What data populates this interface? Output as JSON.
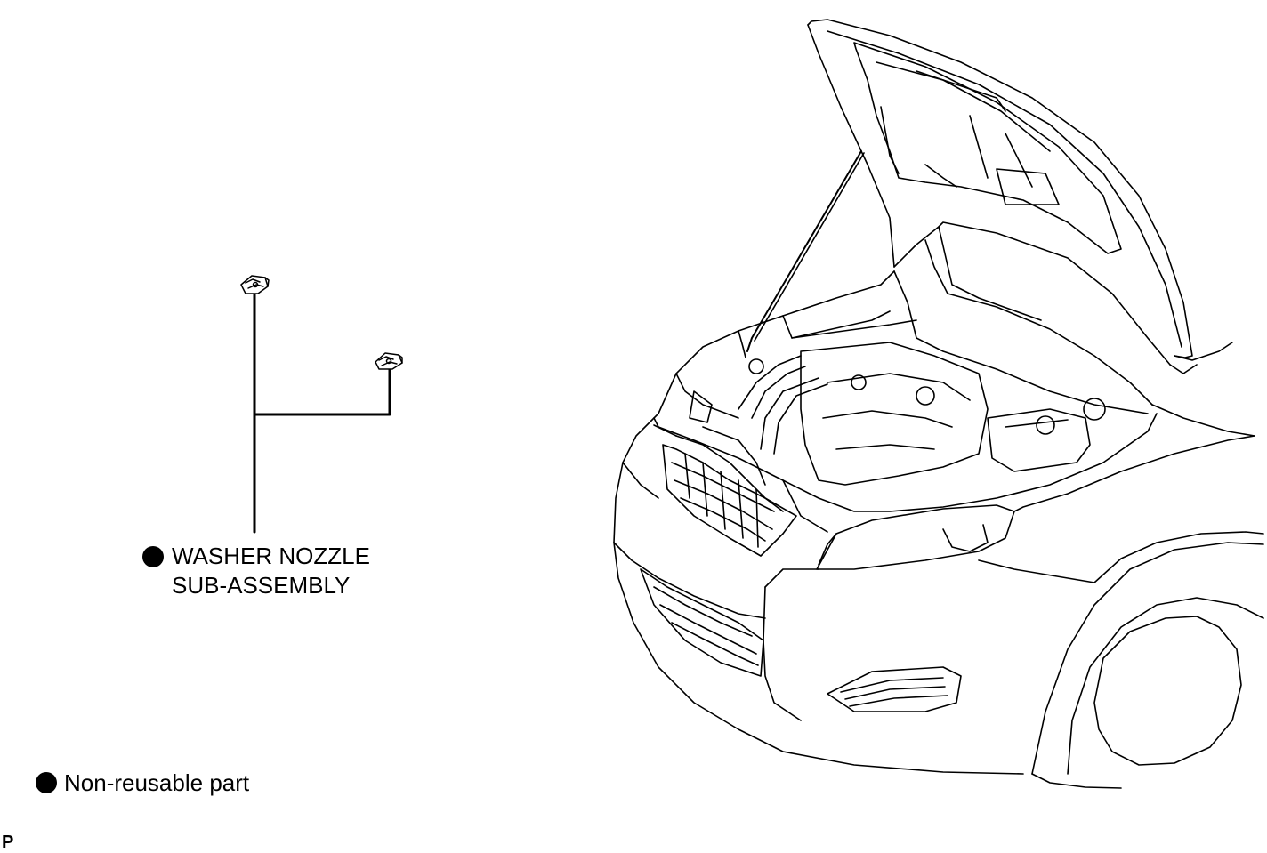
{
  "part_callout": {
    "line1": "WASHER NOZZLE",
    "line2": "SUB-ASSEMBLY"
  },
  "legend": {
    "symbol": "filled-circle",
    "text": "Non-reusable part"
  },
  "corner_code": "P",
  "illustration": {
    "subject": "car-front-hood-open",
    "items": [
      "washer-nozzle-left",
      "washer-nozzle-right"
    ]
  }
}
